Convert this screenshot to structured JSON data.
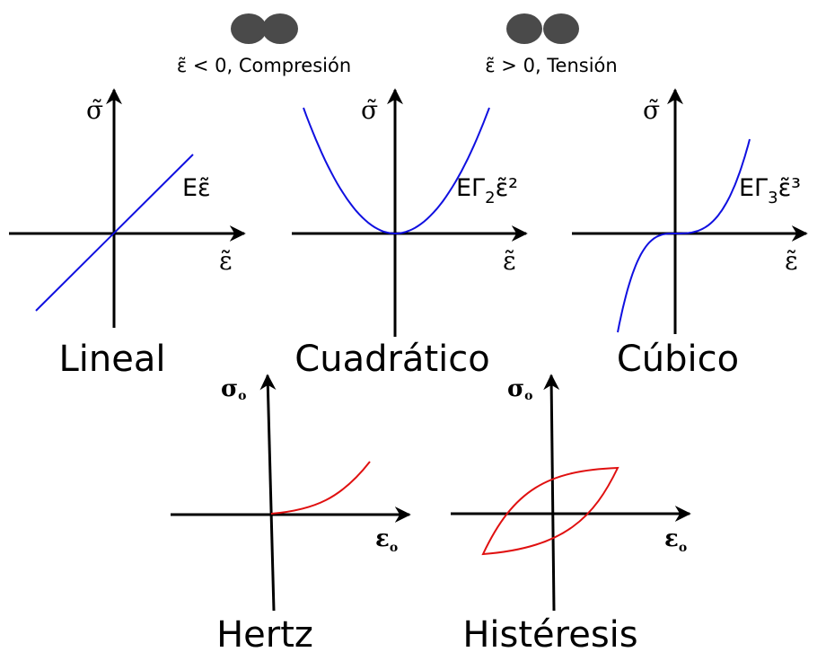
{
  "top": {
    "compression": "ε̃ < 0, Compresión",
    "tension": "ε̃ > 0, Tensión"
  },
  "panels": {
    "lineal": {
      "title": "Lineal",
      "ylabel": "σ̃",
      "xlabel": "ε̃",
      "annotation": "Eε̃",
      "curve_color": "#1010e0"
    },
    "cuadratico": {
      "title": "Cuadrático",
      "ylabel": "σ̃",
      "xlabel": "ε̃",
      "annotation_base": "EΓ",
      "annotation_sub": "2",
      "annotation_end": "ε̃²",
      "curve_color": "#1010e0"
    },
    "cubico": {
      "title": "Cúbico",
      "ylabel": "σ̃",
      "xlabel": "ε̃",
      "annotation_base": "EΓ",
      "annotation_sub": "3",
      "annotation_end": "ε̃³",
      "curve_color": "#1010e0"
    },
    "hertz": {
      "title": "Hertz",
      "ylabel": "σ",
      "ylabel_sub": "o",
      "xlabel": "ε",
      "xlabel_sub": "o",
      "curve_color": "#e01010"
    },
    "histeresis": {
      "title": "Histéresis",
      "ylabel": "σ",
      "ylabel_sub": "o",
      "xlabel": "ε",
      "xlabel_sub": "o",
      "curve_color": "#e01010"
    }
  },
  "colors": {
    "axis": "#000000",
    "blob": "#4a4a4a"
  }
}
